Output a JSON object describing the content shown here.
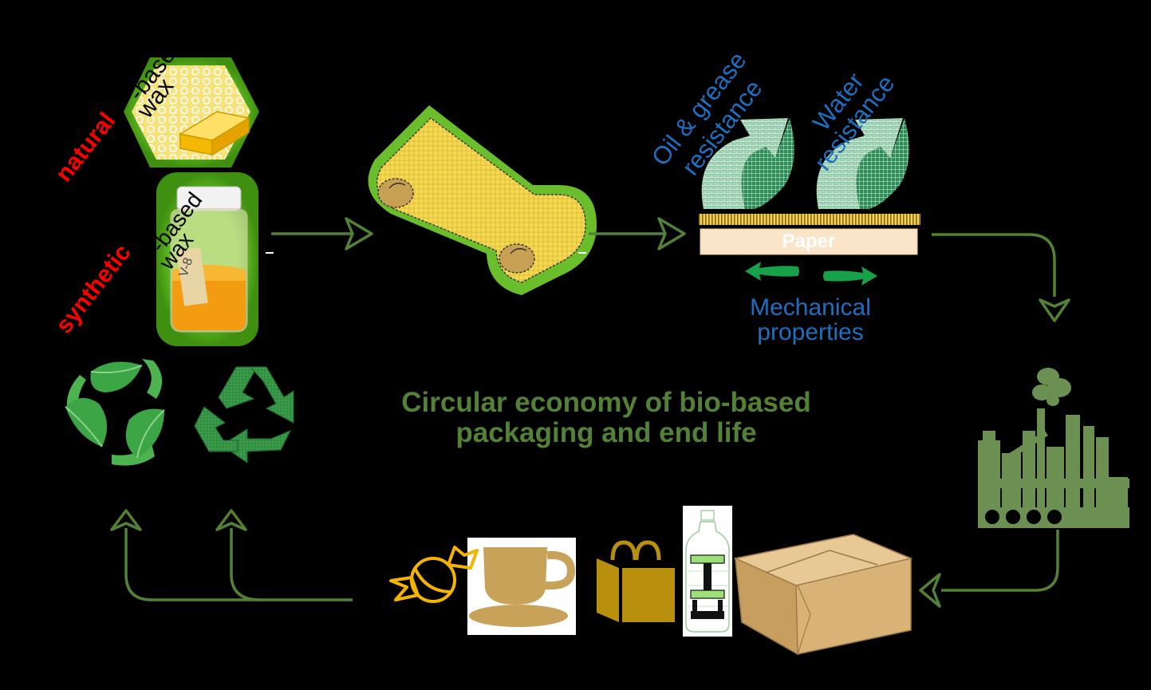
{
  "wax": {
    "natural_word": "natural",
    "natural_rest": "-based wax",
    "natural_line1": "-based",
    "natural_line2": "wax",
    "synthetic_word": "synthetic",
    "synthetic_line1": "-based",
    "synthetic_line2": "wax",
    "jar_label": "V-8"
  },
  "coating": {
    "oil_line1": "Oil & grease",
    "oil_line2": "resistance",
    "water_line1": "Water",
    "water_line2": "resistance",
    "paper_label": "Paper",
    "mech_line1": "Mechanical",
    "mech_line2": "properties"
  },
  "title": {
    "line1": "Circular economy of bio-based",
    "line2": "packaging and end life"
  },
  "colors": {
    "arrow": "#538135",
    "blue_text": "#1F6FC0",
    "red_text": "#FF0000",
    "bright_green": "#66CC22",
    "wax_yellow": "#F6D54A",
    "gold": "#C9A25A",
    "factory": "#6C8F52"
  }
}
